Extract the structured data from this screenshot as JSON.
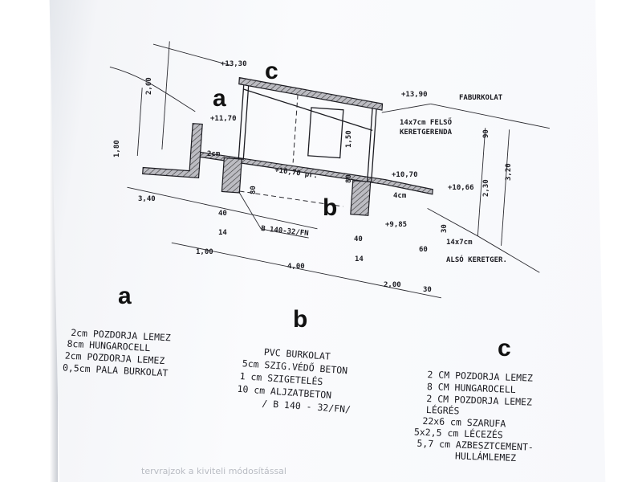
{
  "drawing": {
    "section_labels": {
      "a": "a",
      "b": "b",
      "c": "c"
    },
    "levels": [
      "+13,30",
      "+13,90",
      "+11,70",
      "+10,70 pr.",
      "+10,70",
      "+10,66",
      "+9,85"
    ],
    "dimensions": {
      "d_260": "2,60",
      "d_180": "1,80",
      "d_340": "3,40",
      "d_40a": "40",
      "d_14a": "14",
      "d_100": "1,00",
      "d_400": "4,00",
      "d_80a": "80",
      "d_150": "1,50",
      "d_80b": "80",
      "d_40b": "40",
      "d_14b": "14",
      "d_200": "2,00",
      "d_30a": "30",
      "d_60": "60",
      "d_30b": "30",
      "d_90": "90",
      "d_230": "2,30",
      "d_320": "3,20",
      "d_2cm": "2cm",
      "d_4cm": "4cm"
    },
    "callouts": {
      "fabur": "FABURKOLAT",
      "upper_frame_1": "14x7cm FELSŐ",
      "upper_frame_2": "KERETGERENDA",
      "lower_frame_1": "14x7cm",
      "lower_frame_2": "ALSÓ KERETGER.",
      "concrete": "B 140-32/FN"
    }
  },
  "legend": {
    "a": {
      "title": "a",
      "layers": [
        "2cm POZDORJA LEMEZ",
        "8cm HUNGAROCELL",
        "2cm POZDORJA LEMEZ",
        "0,5cm PALA BURKOLAT"
      ]
    },
    "b": {
      "title": "b",
      "layers": [
        "PVC BURKOLAT",
        "5cm SZIG.VÉDŐ BETON",
        "1 cm SZIGETELÉS",
        "10 cm ALJZATBETON",
        "/ B 140 - 32/FN/"
      ]
    },
    "c": {
      "title": "c",
      "layers": [
        "2 CM POZDORJA LEMEZ",
        "8 CM HUNGAROCELL",
        "2 CM POZDORJA LEMEZ",
        "LÉGRÉS",
        "22x6 cm SZARUFA",
        "5x2,5 cm LÉCEZÉS",
        "5,7 cm AZBESZTCEMENT-",
        "HULLÁMLEMEZ"
      ]
    }
  },
  "footer": {
    "text": "tervrajzok a kiviteli módosítással"
  }
}
